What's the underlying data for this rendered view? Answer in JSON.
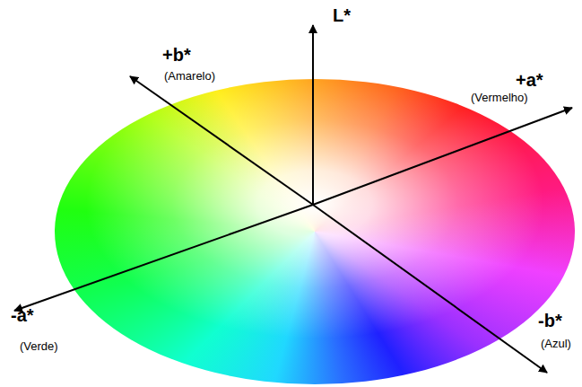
{
  "diagram": {
    "labels": [
      "L*",
      "+b*",
      "(Amarelo)",
      "+a*",
      "(Vermelho)",
      "-a*",
      "(Verde)",
      "-b*",
      "(Azul)"
    ]
  }
}
